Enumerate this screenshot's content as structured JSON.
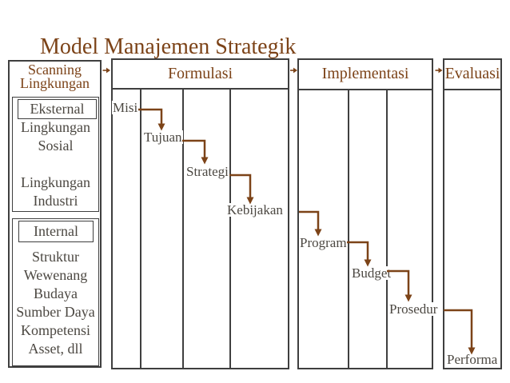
{
  "title": "Model Manajemen Strategik",
  "colors": {
    "accent_brown": "#7c4318",
    "text_gray": "#4c4842",
    "border_gray": "#3f3f3f",
    "background": "#ffffff"
  },
  "icons": {
    "flow_arrow_icon": "small brown right-pointing triangle arrow between stage boxes",
    "cascade_arrow_icon": "brown elbow arrow (right then down) leading to next step"
  },
  "sidebar": {
    "header": "Scanning\nLingkungan",
    "eksternal": {
      "label": "Eksternal",
      "items": "Lingkungan\nSosial\n\nLingkungan\nIndustri"
    },
    "internal": {
      "label": "Internal",
      "items": "Struktur\nWewenang\nBudaya\nSumber Daya\nKompetensi\nAsset, dll"
    }
  },
  "sections": {
    "formulasi": {
      "title": "Formulasi",
      "steps": [
        "Misi",
        "Tujuan",
        "Strategi",
        "Kebijakan"
      ]
    },
    "implementasi": {
      "title": "Implementasi",
      "steps": [
        "Program",
        "Budget",
        "Prosedur"
      ]
    },
    "evaluasi": {
      "title": "Evaluasi",
      "steps": [
        "Performa"
      ]
    }
  },
  "stage_flow": [
    "Scanning Lingkungan",
    "Formulasi",
    "Implementasi",
    "Evaluasi"
  ],
  "step_sequence": [
    "Misi",
    "Tujuan",
    "Strategi",
    "Kebijakan",
    "Program",
    "Budget",
    "Prosedur",
    "Performa"
  ]
}
